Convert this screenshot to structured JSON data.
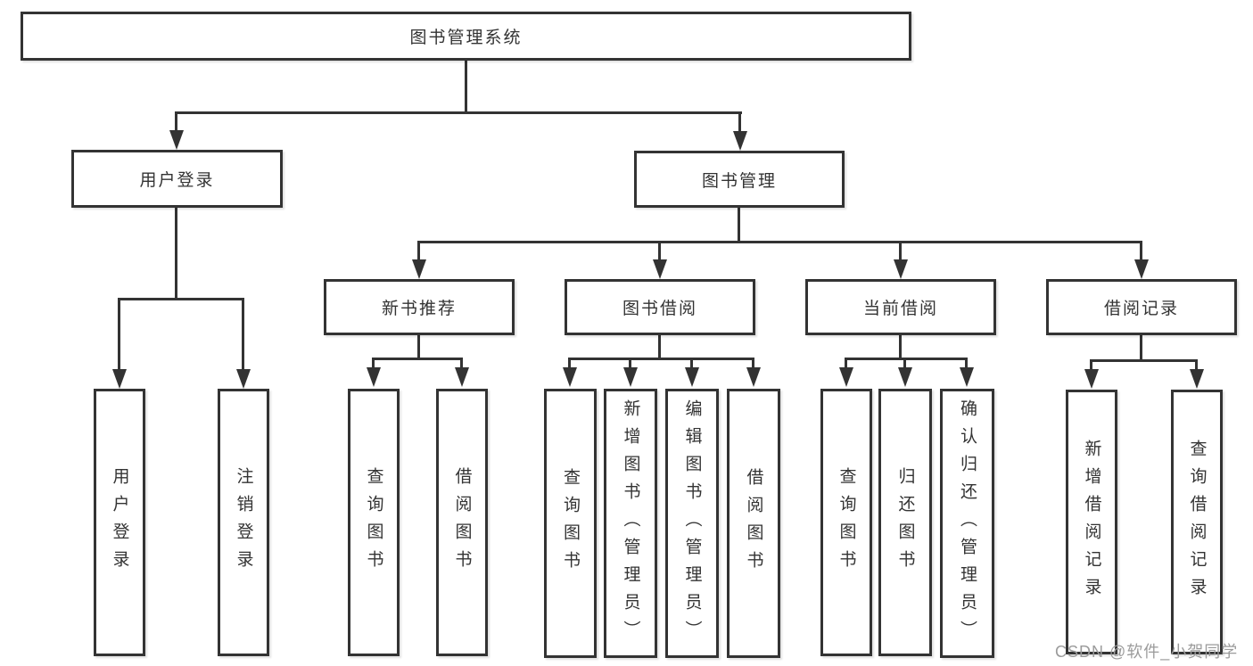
{
  "diagram_title": "图书管理系统",
  "nodes": {
    "root": {
      "label": "图书管理系统"
    },
    "userLogin": {
      "label": "用户登录"
    },
    "bookMgmt": {
      "label": "图书管理"
    },
    "newBook": {
      "label": "新书推荐"
    },
    "bookBorrow": {
      "label": "图书借阅"
    },
    "currentBorrow": {
      "label": "当前借阅"
    },
    "borrowRecord": {
      "label": "借阅记录"
    },
    "leafUserLogin": {
      "label": "用户登录"
    },
    "leafLogout": {
      "label": "注销登录"
    },
    "leafQueryBook1": {
      "label": "查询图书"
    },
    "leafBorrowBook1": {
      "label": "借阅图书"
    },
    "leafQueryBook2": {
      "label": "查询图书"
    },
    "leafAddBook": {
      "label": "新增图书（管理员）"
    },
    "leafEditBook": {
      "label": "编辑图书（管理员）"
    },
    "leafBorrowBook2": {
      "label": "借阅图书"
    },
    "leafQueryBook3": {
      "label": "查询图书"
    },
    "leafReturnBook": {
      "label": "归还图书"
    },
    "leafConfirmReturn": {
      "label": "确认归还（管理员）"
    },
    "leafAddRecord": {
      "label": "新增借阅记录"
    },
    "leafQueryRecord": {
      "label": "查询借阅记录"
    }
  },
  "hierarchy": {
    "root": "图书管理系统",
    "children": [
      {
        "label": "用户登录",
        "children": [
          "用户登录",
          "注销登录"
        ]
      },
      {
        "label": "图书管理",
        "children": [
          {
            "label": "新书推荐",
            "children": [
              "查询图书",
              "借阅图书"
            ]
          },
          {
            "label": "图书借阅",
            "children": [
              "查询图书",
              "新增图书（管理员）",
              "编辑图书（管理员）",
              "借阅图书"
            ]
          },
          {
            "label": "当前借阅",
            "children": [
              "查询图书",
              "归还图书",
              "确认归还（管理员）"
            ]
          },
          {
            "label": "借阅记录",
            "children": [
              "新增借阅记录",
              "查询借阅记录"
            ]
          }
        ]
      }
    ]
  },
  "watermark": {
    "text": "CSDN @软件_小贺同学"
  },
  "colors": {
    "line": "#333333",
    "text": "#333333",
    "watermark": "#9b9b9b",
    "background": "#ffffff"
  }
}
